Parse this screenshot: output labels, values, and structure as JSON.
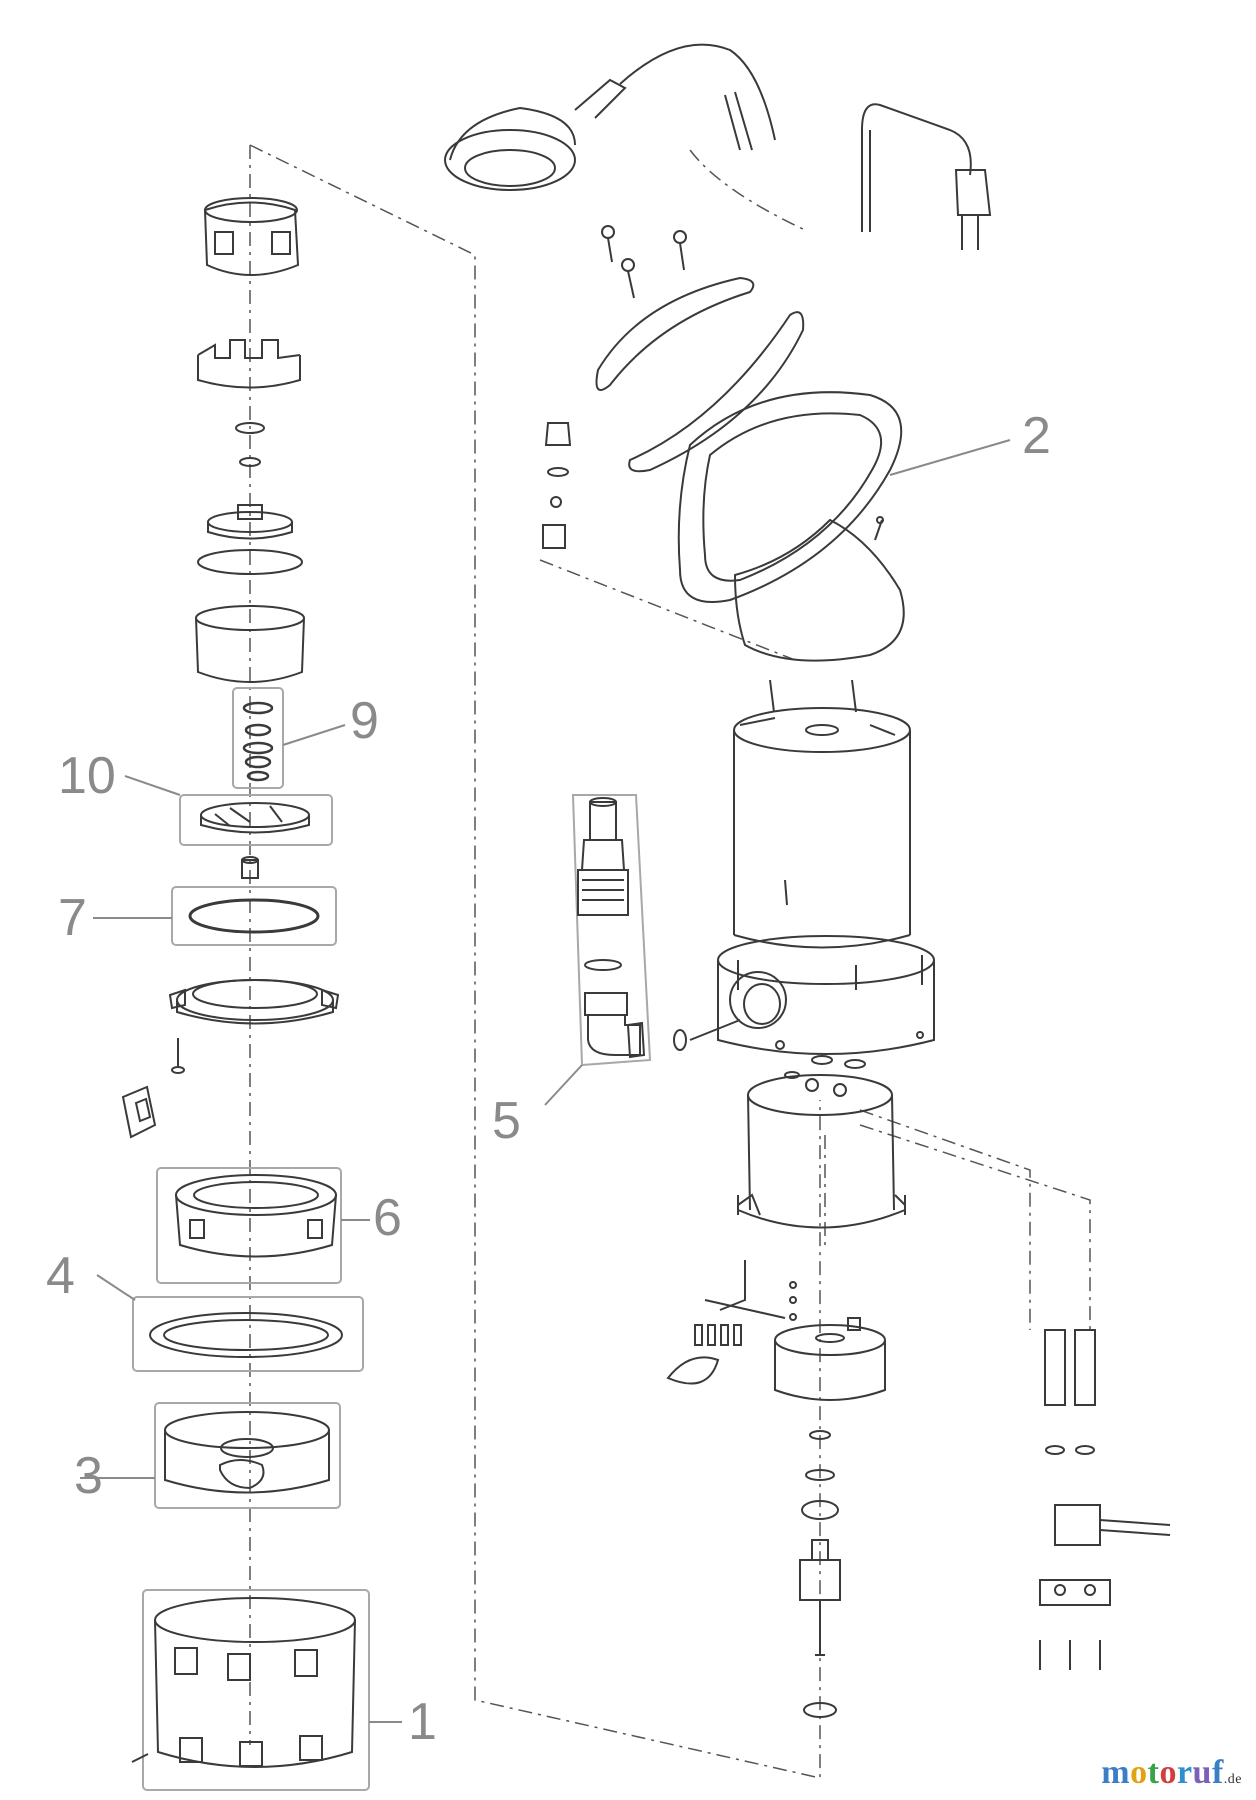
{
  "callouts": {
    "c1": "1",
    "c2": "2",
    "c3": "3",
    "c4": "4",
    "c5": "5",
    "c6": "6",
    "c7": "7",
    "c9": "9",
    "c10": "10"
  },
  "watermark": {
    "name": "motoruf",
    "tld": ".de"
  },
  "colors": {
    "line": "#3a3a3a",
    "callout": "#8a8a8a",
    "box": "#a8a8a8"
  }
}
